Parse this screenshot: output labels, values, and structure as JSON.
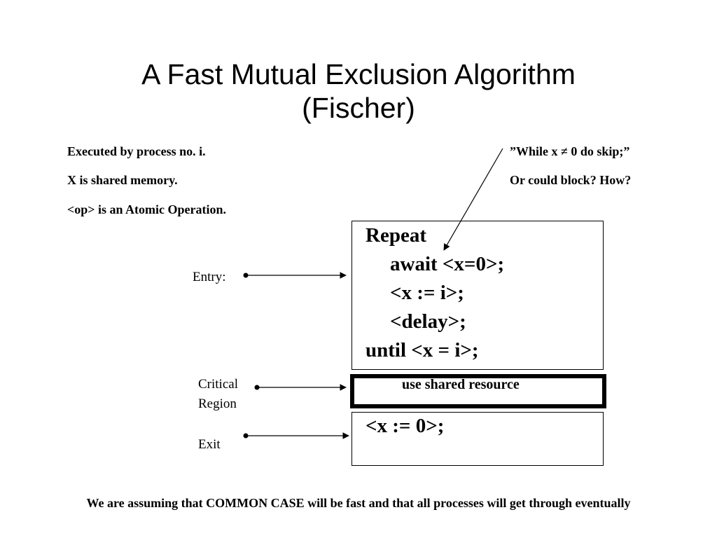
{
  "title": {
    "line1": "A Fast Mutual Exclusion Algorithm",
    "line2": "(Fischer)"
  },
  "notes_left": [
    "Executed by process no. i.",
    "X is shared memory.",
    "<op> is an Atomic Operation."
  ],
  "notes_right": [
    "”While x ≠ 0 do skip;”",
    "Or could block? How?"
  ],
  "labels": {
    "entry": "Entry:",
    "critical_line1": "Critical",
    "critical_line2": "Region",
    "exit": "Exit"
  },
  "entry_code": [
    "Repeat",
    "await <x=0>;",
    "<x := i>;",
    "<delay>;",
    "until <x = i>;"
  ],
  "critical_code": "use shared resource",
  "exit_code": "<x := 0>;",
  "footer": "We are assuming that COMMON CASE will be fast and that all processes will get through eventually"
}
